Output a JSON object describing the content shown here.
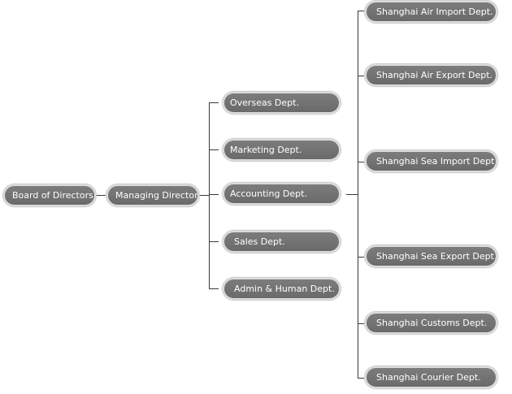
{
  "nodes": {
    "board": "Board of Directors",
    "managing": "Managing Director",
    "overseas": "Overseas Dept.",
    "marketing": "Marketing Dept.",
    "accounting": "Accounting Dept.",
    "sales": "Sales Dept.",
    "admin": "Admin & Human Dept.",
    "air_import": "Shanghai Air Import Dept.",
    "air_export": "Shanghai Air Export Dept.",
    "sea_import": "Shanghai Sea Import Dept.",
    "sea_export": "Shanghai Sea Export Dept.",
    "customs": "Shanghai Customs Dept.",
    "courier": "Shanghai Courier Dept."
  },
  "colors": {
    "node_fill": "#727272",
    "node_border": "#dcdcdc",
    "connector": "#3a3a3a",
    "text": "#ffffff"
  }
}
